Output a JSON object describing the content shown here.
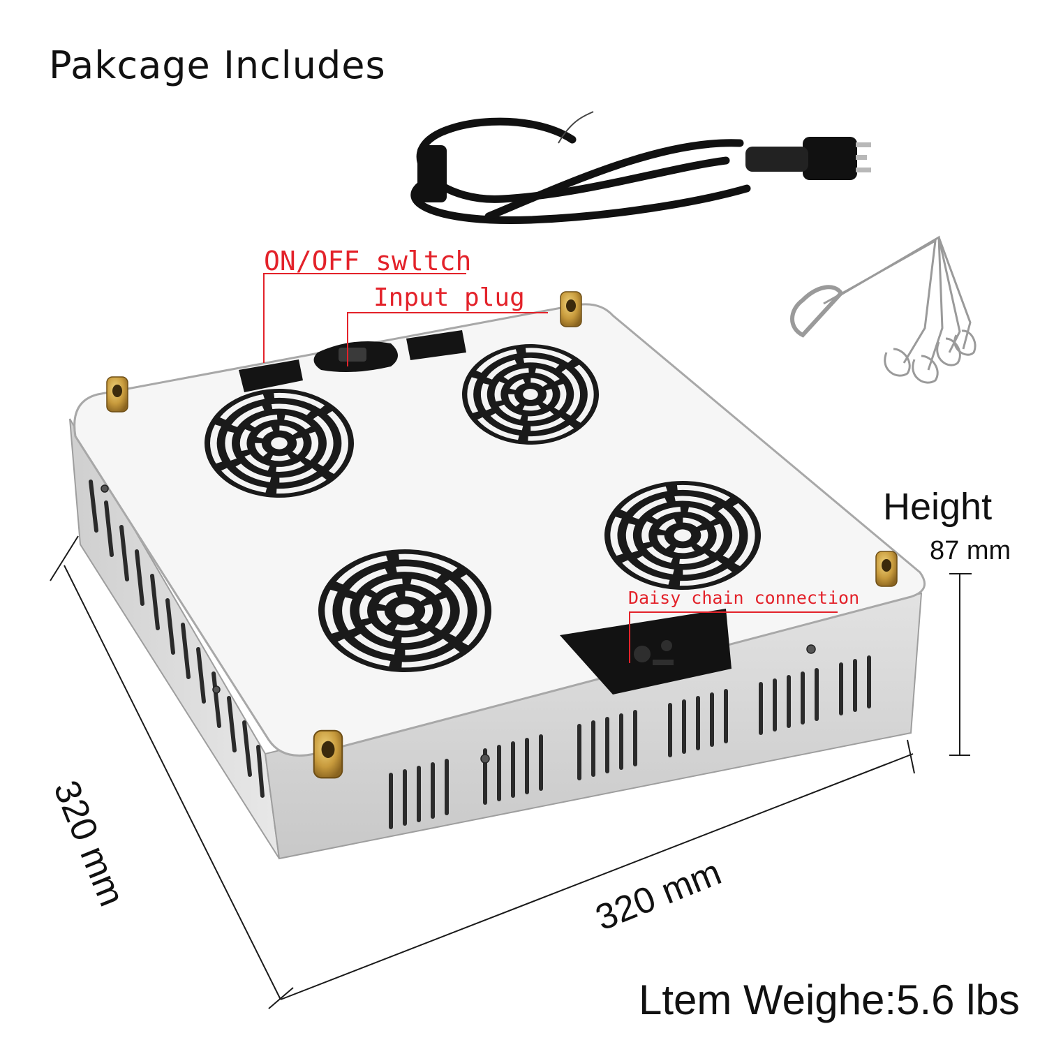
{
  "header": {
    "title": "Pakcage Includes"
  },
  "callouts": {
    "switch": "ON/OFF swltch",
    "plug": "Input plug",
    "daisy": "Daisy chain connection"
  },
  "dimensions": {
    "height_label": "Height",
    "height_value": "87 mm",
    "depth": "320 mm",
    "width": "320 mm"
  },
  "weight": {
    "text": "Ltem Weighe:5.6 lbs"
  },
  "colors": {
    "callout": "#e3222a",
    "lid": "#f6f6f6",
    "side": "#d9d9d9",
    "brass": "#c79a3c",
    "cable": "#111111"
  },
  "icons": [
    "power-cord-icon",
    "hanging-wire-icon",
    "fan-grille-icon",
    "power-outlet-icon"
  ]
}
